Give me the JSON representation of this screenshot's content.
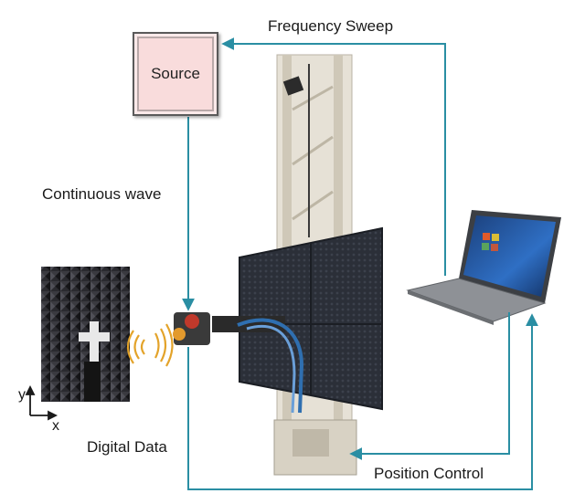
{
  "source": {
    "label": "Source"
  },
  "labels": {
    "frequency_sweep": "Frequency Sweep",
    "continuous_wave": "Continuous wave",
    "digital_data": "Digital Data",
    "position_control": "Position Control"
  },
  "axes": {
    "y": "y",
    "x": "x"
  },
  "colors": {
    "connector": "#2a8ea3",
    "source_fill": "#f9dcdc",
    "absorber_panel": "#2b2f38",
    "frame": "#d9d4c8"
  }
}
